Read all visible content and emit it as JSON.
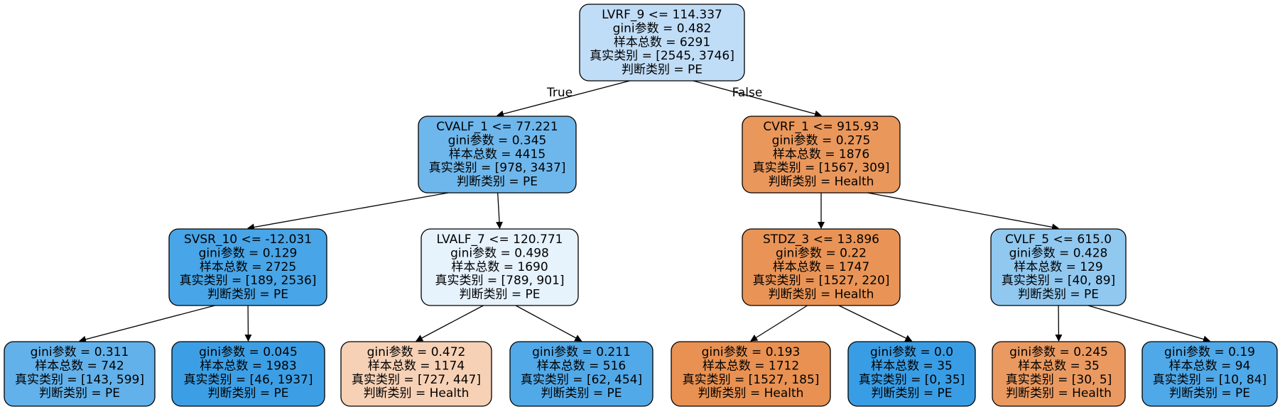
{
  "tree": {
    "colors": {
      "pe_strong": "#399de5",
      "health_strong": "#e58139",
      "pe_light": "#e6f2fc",
      "health_light": "#f6d1b6",
      "edge": "#000000"
    },
    "branch_labels": {
      "true": "True",
      "false": "False"
    },
    "nodes": [
      {
        "id": "n0",
        "color": "#c0ddf7",
        "lines": [
          "LVRF_9 <= 114.337",
          "gini参数 = 0.482",
          "样本总数 = 6291",
          "真实类别 = [2545, 3746]",
          "判断类别 = PE"
        ]
      },
      {
        "id": "n1",
        "color": "#6eb7ec",
        "lines": [
          "CVALF_1 <= 77.221",
          "gini参数 = 0.345",
          "样本总数 = 4415",
          "真实类别 = [978, 3437]",
          "判断类别 = PE"
        ]
      },
      {
        "id": "n2",
        "color": "#ea975c",
        "lines": [
          "CVRF_1 <= 915.93",
          "gini参数 = 0.275",
          "样本总数 = 1876",
          "真实类别 = [1567, 309]",
          "判断类别 = Health"
        ]
      },
      {
        "id": "n3",
        "color": "#48a5e7",
        "lines": [
          "SVSR_10 <= -12.031",
          "gini参数 = 0.129",
          "样本总数 = 2725",
          "真实类别 = [189, 2536]",
          "判断类别 = PE"
        ]
      },
      {
        "id": "n4",
        "color": "#e6f2fc",
        "lines": [
          "LVALF_7 <= 120.771",
          "gini参数 = 0.498",
          "样本总数 = 1690",
          "真实类别 = [789, 901]",
          "判断类别 = PE"
        ]
      },
      {
        "id": "n5",
        "color": "#e99456",
        "lines": [
          "STDZ_3 <= 13.896",
          "gini参数 = 0.22",
          "样本总数 = 1747",
          "真实类别 = [1527, 220]",
          "判断类别 = Health"
        ]
      },
      {
        "id": "n6",
        "color": "#91c8f0",
        "lines": [
          "CVLF_5 <= 615.0",
          "gini参数 = 0.428",
          "样本总数 = 129",
          "真实类别 = [40, 89]",
          "判断类别 = PE"
        ]
      },
      {
        "id": "n7",
        "color": "#62b1ea",
        "lines": [
          "gini参数 = 0.311",
          "样本总数 = 742",
          "真实类别 = [143, 599]",
          "判断类别 = PE"
        ]
      },
      {
        "id": "n8",
        "color": "#3c9fe5",
        "lines": [
          "gini参数 = 0.045",
          "样本总数 = 1983",
          "真实类别 = [46, 1937]",
          "判断类别 = PE"
        ]
      },
      {
        "id": "n9",
        "color": "#f6d1b6",
        "lines": [
          "gini参数 = 0.472",
          "样本总数 = 1174",
          "真实类别 = [727, 447]",
          "判断类别 = Health"
        ]
      },
      {
        "id": "n10",
        "color": "#52a9e8",
        "lines": [
          "gini参数 = 0.211",
          "样本总数 = 516",
          "真实类别 = [62, 454]",
          "判断类别 = PE"
        ]
      },
      {
        "id": "n11",
        "color": "#e89152",
        "lines": [
          "gini参数 = 0.193",
          "样本总数 = 1712",
          "真实类别 = [1527, 185]",
          "判断类别 = Health"
        ]
      },
      {
        "id": "n12",
        "color": "#399de5",
        "lines": [
          "gini参数 = 0.0",
          "样本总数 = 35",
          "真实类别 = [0, 35]",
          "判断类别 = PE"
        ]
      },
      {
        "id": "n13",
        "color": "#ea9a61",
        "lines": [
          "gini参数 = 0.245",
          "样本总数 = 35",
          "真实类别 = [30, 5]",
          "判断类别 = Health"
        ]
      },
      {
        "id": "n14",
        "color": "#4fa8e8",
        "lines": [
          "gini参数 = 0.19",
          "样本总数 = 94",
          "真实类别 = [10, 84]",
          "判断类别 = PE"
        ]
      }
    ],
    "edges": [
      {
        "from": "n0",
        "to": "n1",
        "label": "True"
      },
      {
        "from": "n0",
        "to": "n2",
        "label": "False"
      },
      {
        "from": "n1",
        "to": "n3"
      },
      {
        "from": "n1",
        "to": "n4"
      },
      {
        "from": "n2",
        "to": "n5"
      },
      {
        "from": "n2",
        "to": "n6"
      },
      {
        "from": "n3",
        "to": "n7"
      },
      {
        "from": "n3",
        "to": "n8"
      },
      {
        "from": "n4",
        "to": "n9"
      },
      {
        "from": "n4",
        "to": "n10"
      },
      {
        "from": "n5",
        "to": "n11"
      },
      {
        "from": "n5",
        "to": "n12"
      },
      {
        "from": "n6",
        "to": "n13"
      },
      {
        "from": "n6",
        "to": "n14"
      }
    ]
  }
}
